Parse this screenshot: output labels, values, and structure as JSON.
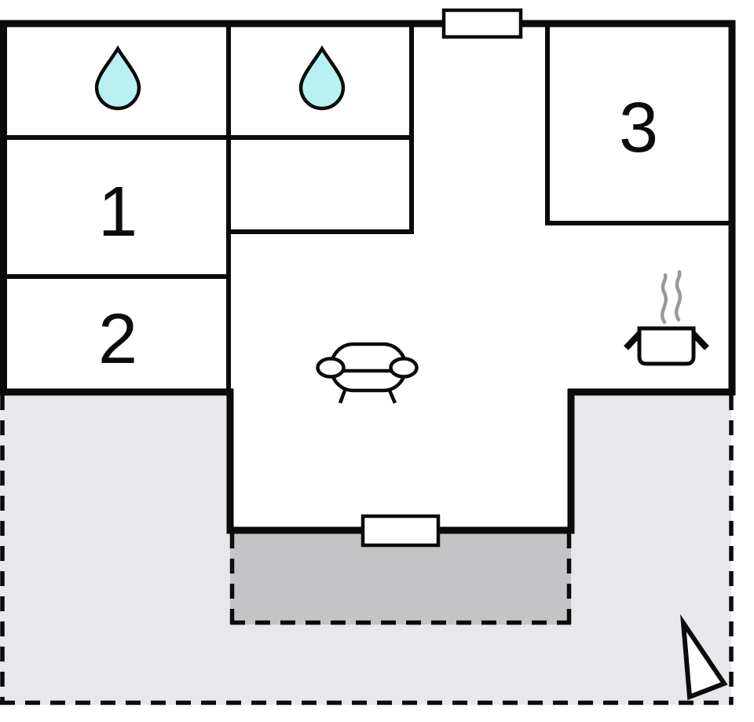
{
  "floor_plan": {
    "type": "vacation-home-floor-plan",
    "colors": {
      "background": "#ffffff",
      "wall": "#0b0b0b",
      "terrace_light": "#e8e8ec",
      "terrace_dark": "#c4c4c6",
      "water_drop": "#b9f1f3",
      "steam": "#999999",
      "door_fill": "#ffffff",
      "arrow_fill": "#ffffff",
      "label": "#0b0b0b"
    },
    "rooms": {
      "bathroom_top_left": {
        "icon": "water-drop"
      },
      "bathroom_middle": {
        "icon": "water-drop"
      },
      "bedroom_1": {
        "label": "1"
      },
      "bedroom_2": {
        "label": "2"
      },
      "bedroom_3": {
        "label": "3"
      },
      "living_room": {
        "icon": "sofa"
      },
      "kitchen": {
        "icon": "cooking-pot"
      }
    },
    "outdoor": {
      "terrace": {
        "shade": "light",
        "outline": "dashed"
      },
      "covered_terrace": {
        "shade": "dark",
        "outline": "dashed"
      }
    },
    "doors": [
      "top-entrance-door",
      "bottom-terrace-door"
    ],
    "markers": {
      "north_arrow": "triangle-pointer"
    }
  }
}
